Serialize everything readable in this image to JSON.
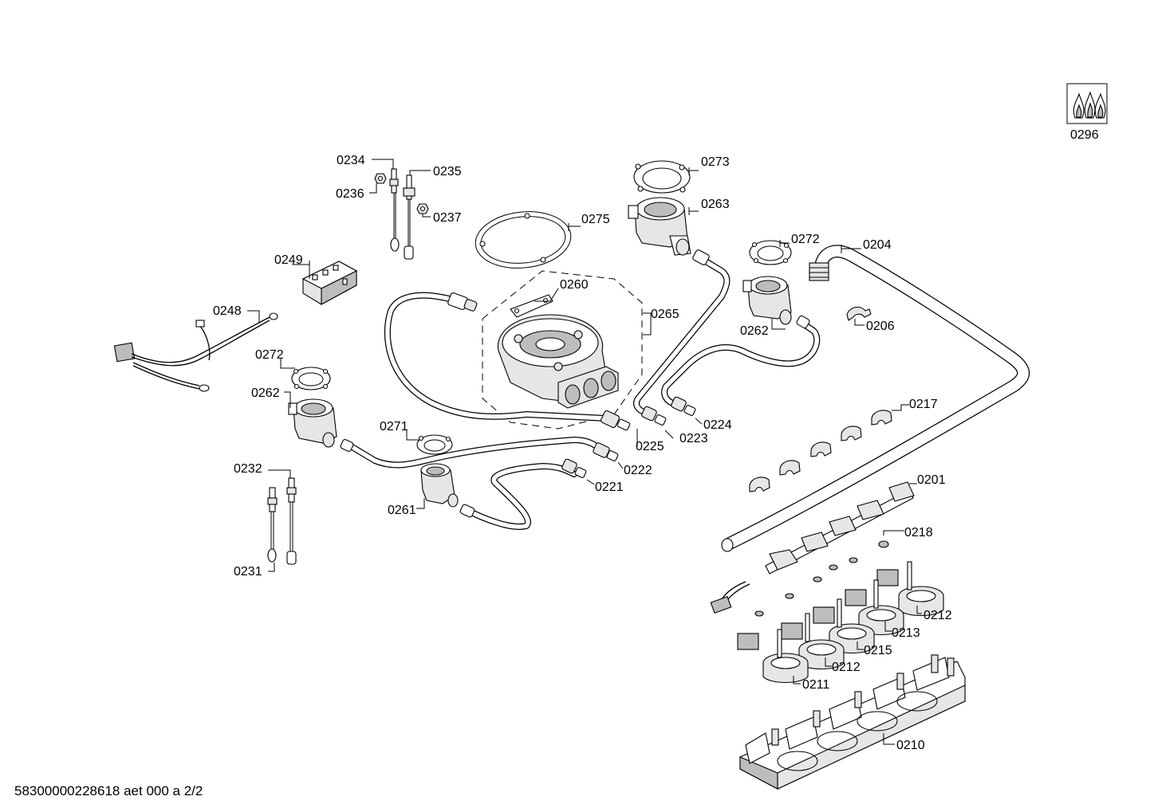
{
  "diagram": {
    "labels": {
      "l0296": "0296",
      "l0234": "0234",
      "l0235": "0235",
      "l0236": "0236",
      "l0237": "0237",
      "l0273": "0273",
      "l0263": "0263",
      "l0275": "0275",
      "l0272a": "0272",
      "l0204": "0204",
      "l0249": "0249",
      "l0260": "0260",
      "l0265": "0265",
      "l0262a": "0262",
      "l0206": "0206",
      "l0248": "0248",
      "l0272b": "0272",
      "l0262b": "0262",
      "l0224": "0224",
      "l0223": "0223",
      "l0217": "0217",
      "l0271": "0271",
      "l0225": "0225",
      "l0222": "0222",
      "l0221": "0221",
      "l0232": "0232",
      "l0261": "0261",
      "l0201": "0201",
      "l0218": "0218",
      "l0231": "0231",
      "l0212a": "0212",
      "l0213": "0213",
      "l0215": "0215",
      "l0212b": "0212",
      "l0211": "0211",
      "l0210": "0210"
    },
    "footer": "58300000228618 aet 000 a 2/2"
  }
}
